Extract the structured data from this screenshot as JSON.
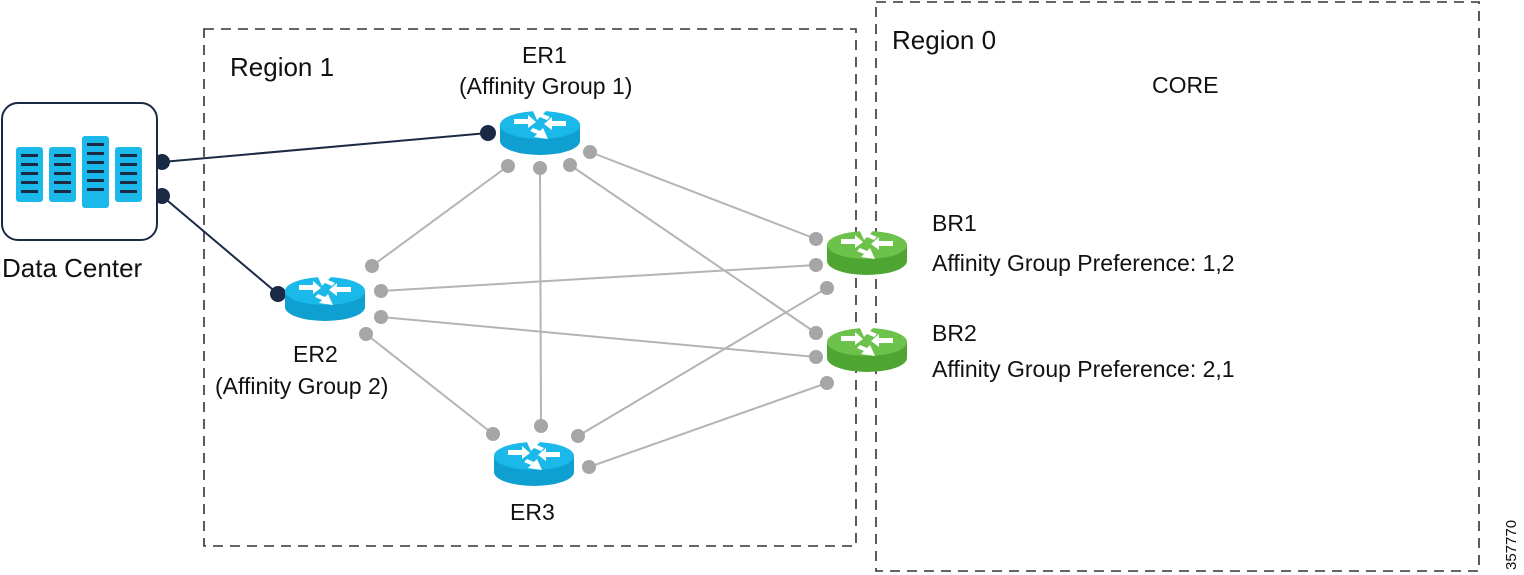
{
  "regions": {
    "region1": {
      "label": "Region 1"
    },
    "region0": {
      "label": "Region 0",
      "sublabel": "CORE"
    }
  },
  "data_center": {
    "label": "Data Center"
  },
  "routers": {
    "er1": {
      "name": "ER1",
      "group": "(Affinity Group 1)"
    },
    "er2": {
      "name": "ER2",
      "group": "(Affinity Group 2)"
    },
    "er3": {
      "name": "ER3"
    },
    "br1": {
      "name": "BR1",
      "preference": "Affinity Group Preference: 1,2"
    },
    "br2": {
      "name": "BR2",
      "preference": "Affinity Group Preference: 2,1"
    }
  },
  "figure_id": "357770",
  "colors": {
    "edge_router": "#1ab9ea",
    "edge_router_dark": "#109fd1",
    "border_router": "#6cc24a",
    "border_router_dark": "#4fa532",
    "dc_link": "#1b2a44",
    "mesh_link": "#b4b4b4",
    "mesh_dot": "#a6a6a6"
  },
  "icons": {
    "router": "router-icon",
    "data_center": "server-rack-icon"
  }
}
